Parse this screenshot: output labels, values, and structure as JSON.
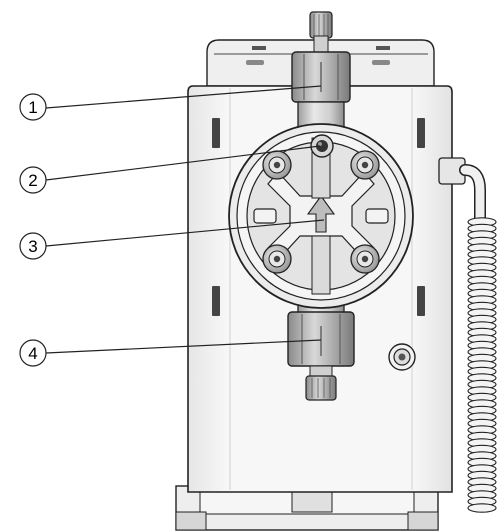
{
  "callouts": [
    {
      "number": "1",
      "target": "suction-valve"
    },
    {
      "number": "2",
      "target": "bleed-valve"
    },
    {
      "number": "3",
      "target": "dosing-head"
    },
    {
      "number": "4",
      "target": "discharge-valve"
    }
  ],
  "colors": {
    "outline": "#222222",
    "housing": "#f4f4f4",
    "housing_shade": "#dcdcdc",
    "part_grey": "#bdbdbd",
    "dark": "#3a3a3a"
  }
}
